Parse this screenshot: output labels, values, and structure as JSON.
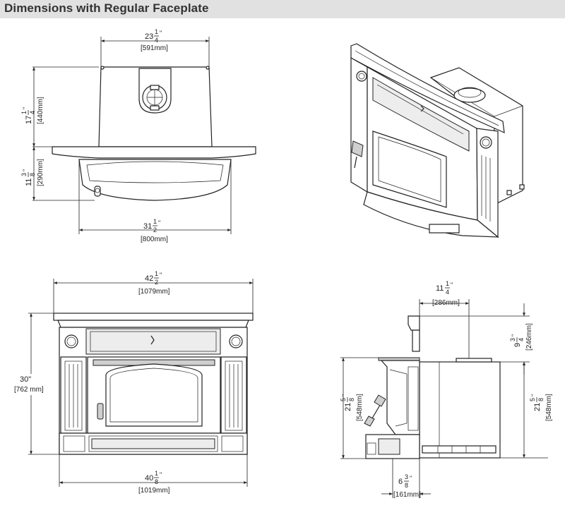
{
  "header": {
    "title": "Dimensions with Regular Faceplate"
  },
  "top_view": {
    "top_width": {
      "whole": "23",
      "num": "1",
      "den": "4",
      "mm": "[591mm]"
    },
    "body_depth": {
      "whole": "17",
      "num": "1",
      "den": "4",
      "mm": "[440mm]"
    },
    "front_depth": {
      "whole": "11",
      "num": "3",
      "den": "8",
      "mm": "[290mm]"
    },
    "face_width": {
      "whole": "31",
      "num": "1",
      "den": "2",
      "mm": "[800mm]"
    }
  },
  "front_view": {
    "overall_width": {
      "whole": "42",
      "num": "1",
      "den": "2",
      "mm": "[1079mm]"
    },
    "height": {
      "inch": "30\"",
      "mm": "[762 mm]"
    },
    "bottom_width": {
      "whole": "40",
      "num": "1",
      "den": "8",
      "mm": "[1019mm]"
    }
  },
  "side_view": {
    "top_offset": {
      "whole": "11",
      "num": "1",
      "den": "4",
      "mm": "[286mm]"
    },
    "top_gap": {
      "whole": "9",
      "num": "3",
      "den": "4",
      "mm": "[246mm]"
    },
    "left_height": {
      "whole": "21",
      "num": "5",
      "den": "8",
      "mm": "[548mm]"
    },
    "right_height": {
      "whole": "21",
      "num": "5",
      "den": "8",
      "mm": "[548mm]"
    },
    "bottom_offset": {
      "whole": "6",
      "num": "3",
      "den": "8",
      "mm": "[161mm]"
    }
  },
  "colors": {
    "header_bg": "#e1e1e1",
    "line": "#222222"
  }
}
